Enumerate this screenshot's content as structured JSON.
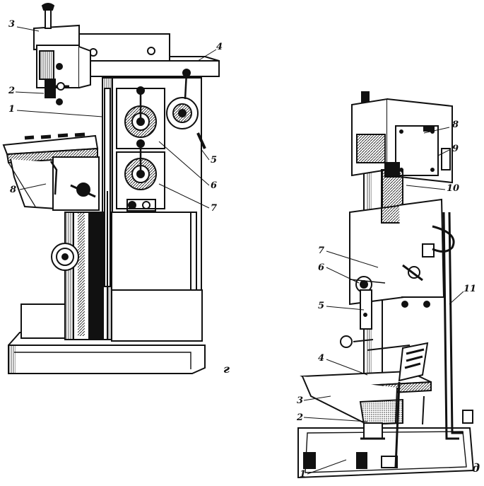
{
  "figure_g": {
    "callouts": [
      "3",
      "4",
      "2",
      "1",
      "8",
      "5",
      "6",
      "7"
    ],
    "caption": "г"
  },
  "figure_d": {
    "callouts": [
      "8",
      "9",
      "10",
      "7",
      "6",
      "5",
      "11",
      "4",
      "3",
      "2",
      "1"
    ],
    "caption": "д"
  },
  "colors": {
    "ink": "#111111",
    "paper": "#ffffff"
  }
}
